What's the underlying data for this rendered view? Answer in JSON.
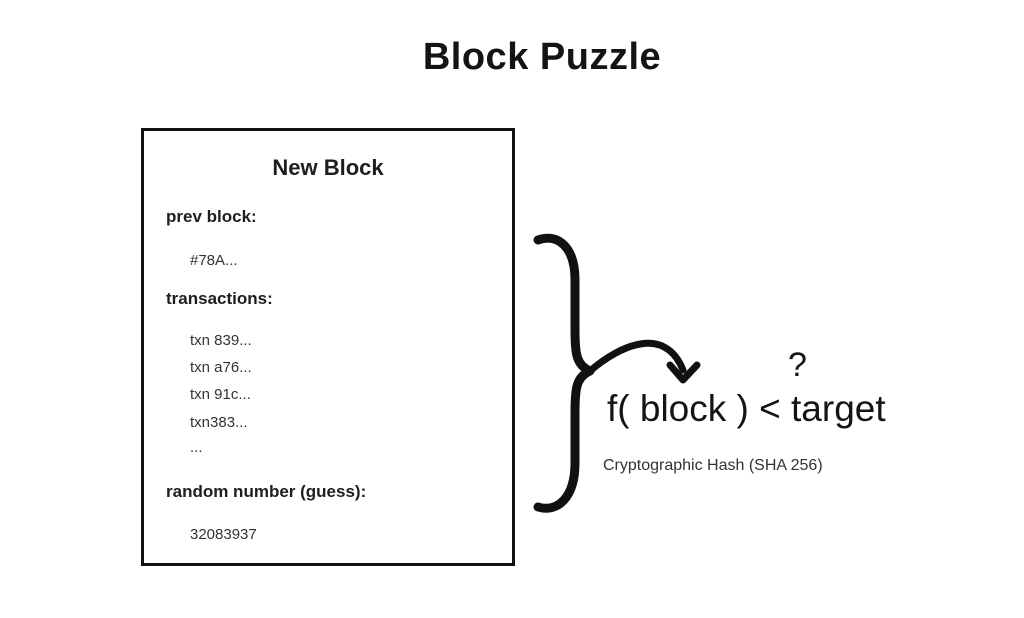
{
  "title": "Block Puzzle",
  "block": {
    "heading": "New Block",
    "prev_block_label": "prev block:",
    "prev_block_value": "#78A...",
    "transactions_label": "transactions:",
    "transactions": [
      "txn 839...",
      "txn a76...",
      "txn 91c...",
      "txn383...",
      "..."
    ],
    "guess_label": "random number (guess):",
    "guess_value": "32083937"
  },
  "formula": {
    "expression": "f( block ) < target",
    "question_mark": "?",
    "hash_caption": "Cryptographic Hash (SHA 256)"
  }
}
